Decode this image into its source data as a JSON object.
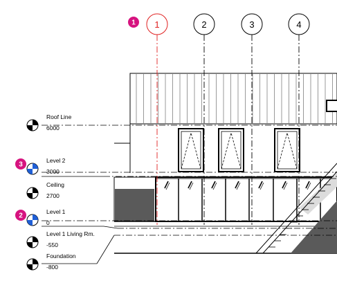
{
  "colors": {
    "callout": "#d6137f",
    "selected_grid": "#e02020",
    "level_blue": "#1f5fd6",
    "line": "#000000",
    "dark_fill": "#5a5a5a"
  },
  "grids": [
    {
      "label": "1",
      "selected": true
    },
    {
      "label": "2",
      "selected": false
    },
    {
      "label": "3",
      "selected": false
    },
    {
      "label": "4",
      "selected": false
    }
  ],
  "levels": [
    {
      "name": "Roof Line",
      "value": "6000",
      "active": false
    },
    {
      "name": "Level 2",
      "value": "3000",
      "active": true
    },
    {
      "name": "Ceiling",
      "value": "2700",
      "active": false
    },
    {
      "name": "Level 1",
      "value": "0",
      "active": true
    },
    {
      "name": "Level 1 Living Rm.",
      "value": "-550",
      "active": false
    },
    {
      "name": "Foundation",
      "value": "-800",
      "active": false
    }
  ],
  "callouts": [
    "1",
    "2",
    "3"
  ],
  "icons": {
    "level_marker": "level-head-icon",
    "grid_bubble": "grid-bubble-icon",
    "callout": "callout-badge-icon"
  }
}
